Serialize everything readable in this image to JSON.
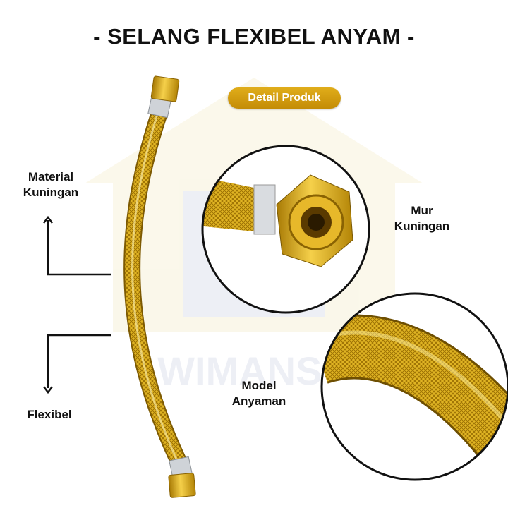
{
  "title": "- SELANG FLEXIBEL ANYAM -",
  "badge": "Detail Produk",
  "labels": {
    "material": [
      "Material",
      "Kuningan"
    ],
    "flexibel": "Flexibel",
    "mur": [
      "Mur",
      "Kuningan"
    ],
    "model": [
      "Model",
      "Anyaman"
    ]
  },
  "watermark": "WIMANSA",
  "colors": {
    "gold": "#d9a614",
    "badge": "#d19c0f",
    "silver": "#c9ccd1",
    "text": "#111111"
  }
}
